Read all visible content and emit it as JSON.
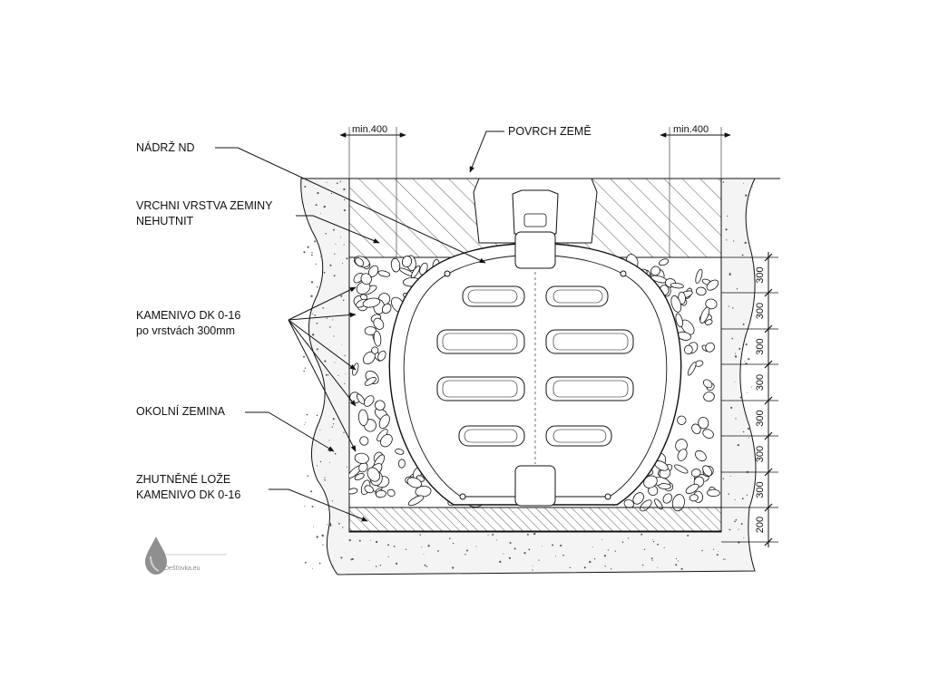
{
  "labels": {
    "tank": "NÁDRŽ  ND",
    "topsoil_line1": "VRCHNI VRSTVA ZEMINY",
    "topsoil_line2": "NEHUTNIT",
    "gravel_line1": "KAMENIVO  DK 0-16",
    "gravel_line2": "po vrstvách 300mm",
    "surrounding_soil": "OKOLNÍ ZEMINA",
    "bedding_line1": "ZHUTNĚNÉ LOŽE",
    "bedding_line2": "KAMENIVO  DK  0-16",
    "ground_surface": "POVRCH ZEMĚ"
  },
  "dimensions": {
    "left_clearance": "min.400",
    "right_clearance": "min.400",
    "layers": [
      "300",
      "300",
      "300",
      "300",
      "300",
      "300",
      "300",
      "200"
    ]
  },
  "watermark": "Dešťovka.eu",
  "colors": {
    "line": "#111111",
    "fill_light": "#f2f2f2",
    "watermark": "#8a8a8a"
  }
}
